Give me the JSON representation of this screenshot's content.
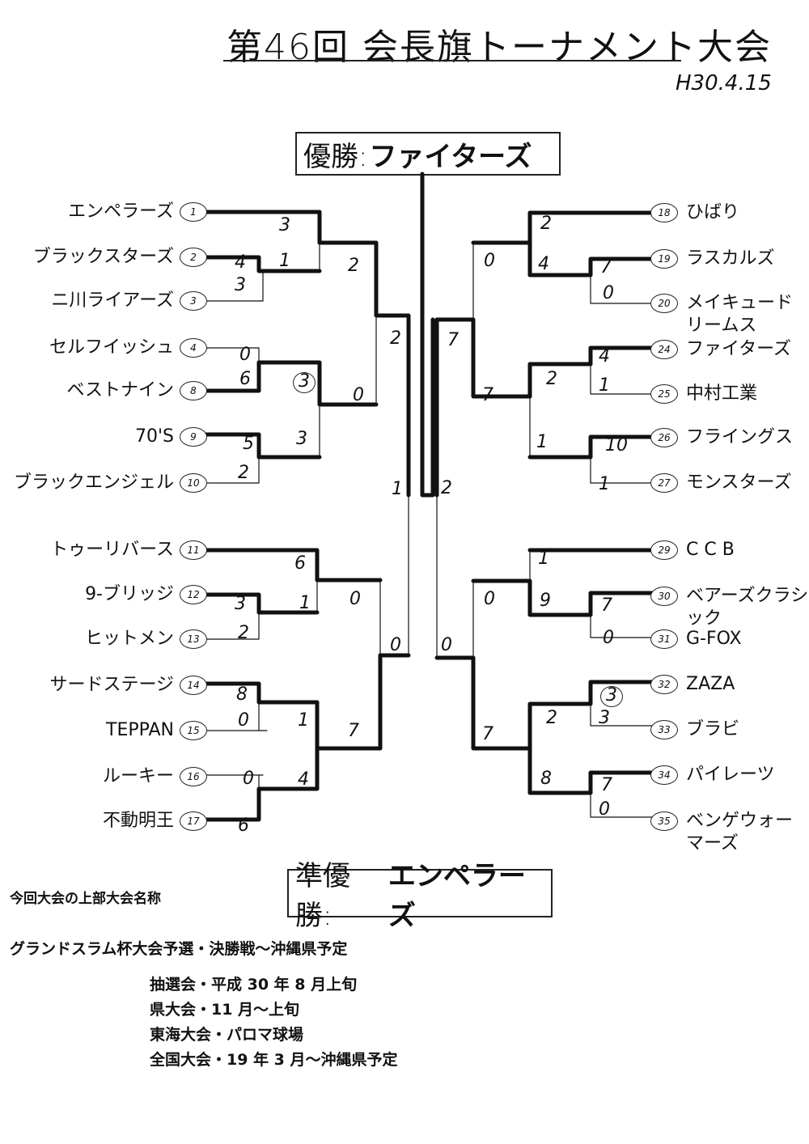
{
  "title": "第46回 会長旗トーナメント大会",
  "date": "H30.4.15",
  "champion": {
    "label": "優勝:",
    "team": "ファイターズ"
  },
  "runner_up": {
    "label": "準優勝:",
    "team": "エンペラーズ"
  },
  "left_teams": [
    {
      "seed": "1",
      "name": "エンペラーズ"
    },
    {
      "seed": "2",
      "name": "ブラックスターズ"
    },
    {
      "seed": "3",
      "name": "ニ川ライアーズ"
    },
    {
      "seed": "4",
      "name": "セルフイッシュ"
    },
    {
      "seed": "8",
      "name": "ベストナイン"
    },
    {
      "seed": "9",
      "name": "70'S"
    },
    {
      "seed": "10",
      "name": "ブラックエンジェル"
    },
    {
      "seed": "11",
      "name": "トゥーリバース"
    },
    {
      "seed": "12",
      "name": "9-ブリッジ"
    },
    {
      "seed": "13",
      "name": "ヒットメン"
    },
    {
      "seed": "14",
      "name": "サードステージ"
    },
    {
      "seed": "15",
      "name": "TEPPAN"
    },
    {
      "seed": "16",
      "name": "ルーキー"
    },
    {
      "seed": "17",
      "name": "不動明王"
    }
  ],
  "right_teams": [
    {
      "seed": "18",
      "name": "ひばり"
    },
    {
      "seed": "19",
      "name": "ラスカルズ"
    },
    {
      "seed": "20",
      "name": "メイキュードリームス"
    },
    {
      "seed": "24",
      "name": "ファイターズ"
    },
    {
      "seed": "25",
      "name": "中村工業"
    },
    {
      "seed": "26",
      "name": "フライングス"
    },
    {
      "seed": "27",
      "name": "モンスターズ"
    },
    {
      "seed": "29",
      "name": "C C B"
    },
    {
      "seed": "30",
      "name": "ベアーズクラシック"
    },
    {
      "seed": "31",
      "name": "G-FOX"
    },
    {
      "seed": "32",
      "name": "ZAZA"
    },
    {
      "seed": "33",
      "name": "ブラビ"
    },
    {
      "seed": "34",
      "name": "パイレーツ"
    },
    {
      "seed": "35",
      "name": "ベンゲウォーマーズ"
    }
  ],
  "scores": [
    "3",
    "1",
    "4",
    "3",
    "2",
    "2",
    "0",
    "6",
    "3",
    "0",
    "5",
    "2",
    "3",
    "1",
    "2",
    "0",
    "4",
    "7",
    "0",
    "7",
    "7",
    "4",
    "1",
    "2",
    "1",
    "10",
    "1",
    "2",
    "6",
    "1",
    "3",
    "2",
    "0",
    "0",
    "8",
    "0",
    "1",
    "7",
    "0",
    "4",
    "6",
    "1",
    "0",
    "9",
    "7",
    "0",
    "0",
    "7",
    "2",
    "3",
    "3",
    "8",
    "7",
    "0"
  ],
  "info": {
    "heading": "今回大会の上部大会名称",
    "event": "グランドスラム杯大会予選・決勝戦～沖縄県予定",
    "schedule": [
      "抽選会・平成 30 年 8 月上旬",
      "県大会・11 月～上旬",
      "東海大会・パロマ球場",
      "全国大会・19 年 3 月～沖縄県予定"
    ]
  }
}
